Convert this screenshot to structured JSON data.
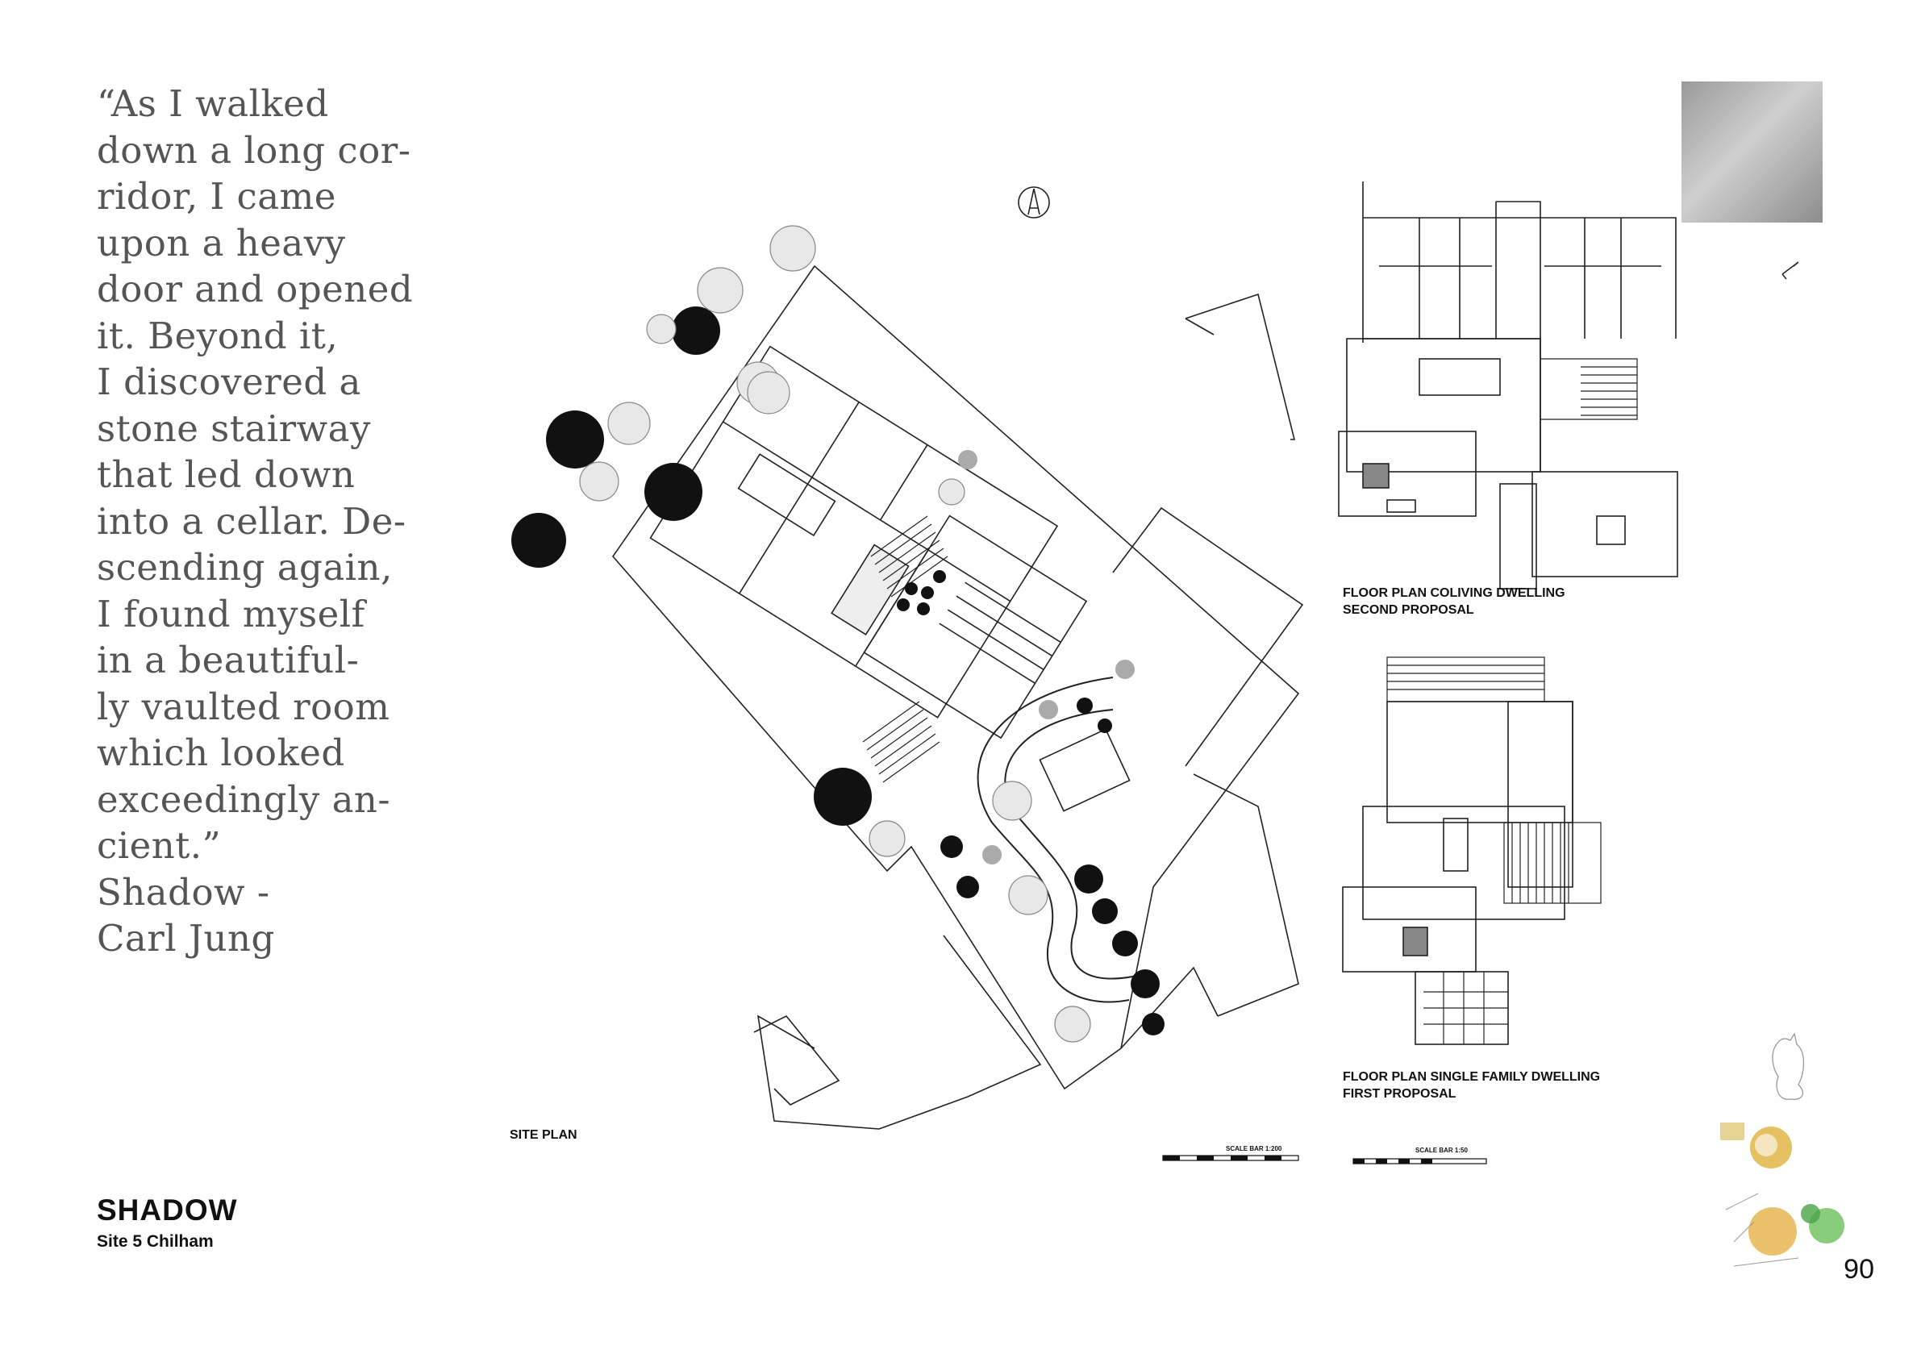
{
  "quote": {
    "lines": [
      "“As I walked",
      "down a long cor-",
      "ridor, I came",
      "upon a heavy",
      "door and opened",
      "it. Beyond it,",
      "I discovered a",
      "stone stairway",
      "that led down",
      "into a cellar. De-",
      "scending again,",
      "I found myself",
      "in a beautiful-",
      "ly vaulted room",
      "which looked",
      "exceedingly an-",
      "cient.”",
      "Shadow -",
      "Carl Jung"
    ]
  },
  "project": {
    "title": "SHADOW",
    "subtitle": "Site 5 Chilham"
  },
  "labels": {
    "site_plan": "SITE PLAN",
    "coliving_1": "FLOOR PLAN COLIVING DWELLING",
    "coliving_2": "SECOND PROPOSAL",
    "family_1": "FLOOR PLAN SINGLE FAMILY DWELLING",
    "family_2": "FIRST PROPOSAL",
    "scale_200": "SCALE BAR 1:200",
    "scale_50": "SCALE BAR 1:50"
  },
  "page_number": "90",
  "icons": [
    "north-arrow-icon",
    "north-arrow-small-icon"
  ]
}
